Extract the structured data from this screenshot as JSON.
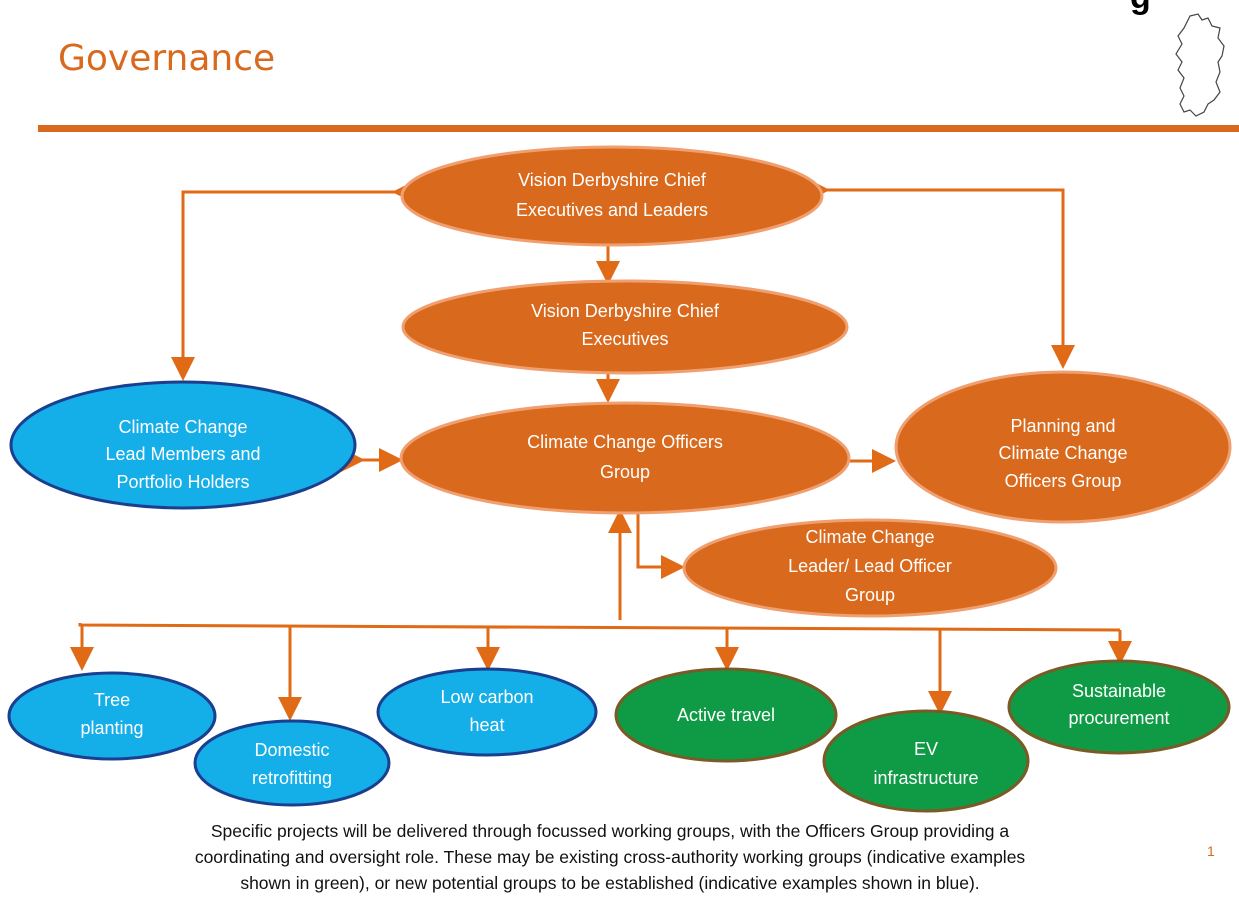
{
  "header": {
    "title": "Governance",
    "top_right_text": "g"
  },
  "colors": {
    "brand_orange": "#d9691c",
    "node_blue": "#14aee8",
    "node_green": "#0f9b45",
    "edge_orange": "#e16a17"
  },
  "nodes": {
    "chief_execs_leaders": {
      "lines": [
        "Vision Derbyshire Chief",
        "Executives and Leaders"
      ]
    },
    "chief_execs": {
      "lines": [
        "Vision Derbyshire Chief",
        "Executives"
      ]
    },
    "officers_group": {
      "lines": [
        "Climate Change Officers",
        "Group"
      ]
    },
    "lead_members": {
      "lines": [
        "Climate Change",
        "Lead Members and",
        "Portfolio Holders"
      ]
    },
    "planning_group": {
      "lines": [
        "Planning and",
        "Climate Change",
        "Officers Group"
      ]
    },
    "leader_lead_officer_group": {
      "lines": [
        "Climate Change",
        "Leader/ Lead Officer",
        "Group"
      ]
    },
    "tree_planting": {
      "lines": [
        "Tree",
        "planting"
      ]
    },
    "domestic_retrofitting": {
      "lines": [
        "Domestic",
        "retrofitting"
      ]
    },
    "low_carbon_heat": {
      "lines": [
        "Low carbon",
        "heat"
      ]
    },
    "active_travel": {
      "lines": [
        "Active travel"
      ]
    },
    "ev_infrastructure": {
      "lines": [
        "EV",
        "infrastructure"
      ]
    },
    "sustainable_procurement": {
      "lines": [
        "Sustainable",
        "procurement"
      ]
    }
  },
  "footnote": {
    "line1": "Specific projects will be delivered through focussed working groups, with the Officers Group providing a",
    "line2": "coordinating and oversight role.  These may be existing cross-authority working groups (indicative examples",
    "line3": "shown in green), or new potential groups to be established (indicative examples shown in blue)."
  },
  "page_number": "1"
}
